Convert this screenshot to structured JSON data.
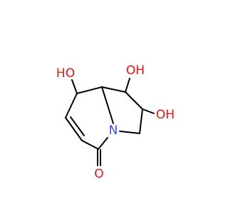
{
  "molecule": {
    "atoms": [
      {
        "id": "O8",
        "symbol": "O",
        "hydrogen": "H",
        "color": "#ff0d0d"
      },
      {
        "id": "O1",
        "symbol": "O",
        "hydrogen": "H",
        "color": "#ff0d0d"
      },
      {
        "id": "O2",
        "symbol": "O",
        "hydrogen": "H",
        "color": "#ff0d0d"
      },
      {
        "id": "N4",
        "symbol": "N",
        "hydrogen": "",
        "color": "#3050f8"
      },
      {
        "id": "O5",
        "symbol": "O",
        "hydrogen": "",
        "color": "#ff0d0d"
      }
    ],
    "bond_color": "#000000"
  }
}
